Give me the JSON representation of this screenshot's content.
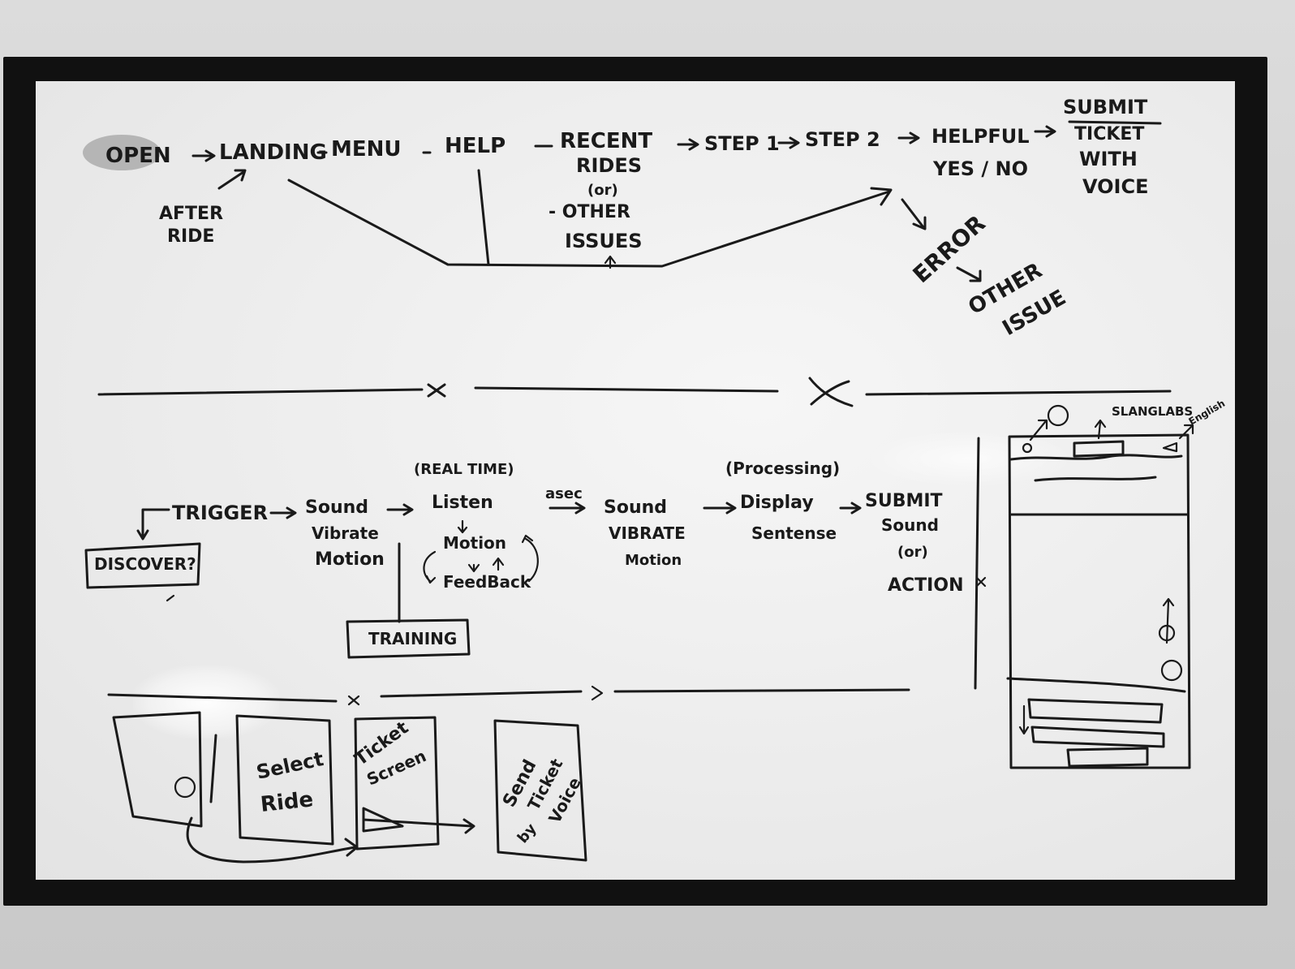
{
  "top_flow": {
    "open": "OPEN",
    "landing": "LANDING",
    "menu": "MENU",
    "help": "HELP",
    "recent_rides": [
      "RECENT",
      "RIDES"
    ],
    "or": "(or)",
    "other_issues": [
      "- OTHER",
      "ISSUES"
    ],
    "step1": "STEP 1",
    "step2": "STEP 2",
    "helpful": [
      "HELPFUL",
      "YES / NO"
    ],
    "submit_ticket": [
      "SUBMIT",
      "TICKET",
      "WITH",
      "VOICE"
    ],
    "after_ride": [
      "AFTER",
      "RIDE"
    ],
    "error": "ERROR",
    "other_issue": [
      "OTHER",
      "ISSUE"
    ]
  },
  "middle_flow": {
    "trigger": "TRIGGER",
    "discover": "DISCOVER?",
    "sound_vibrate_motion": [
      "Sound",
      "Vibrate",
      "Motion"
    ],
    "real_time": "(REAL TIME)",
    "listen": "Listen",
    "motion": "Motion",
    "feedback": "FeedBack",
    "training": "TRAINING",
    "asec": "asec",
    "sound_vibrate_motion_2": [
      "Sound",
      "VIBRATE",
      "Motion"
    ],
    "processing": "(Processing)",
    "display_sentense": [
      "Display",
      "Sentense"
    ],
    "submit_sound_action": [
      "SUBMIT",
      "Sound",
      "(or)",
      "ACTION"
    ]
  },
  "phone_sketch": {
    "slanglabs": "SLANGLABS",
    "english": "English"
  },
  "bottom_storyboard": {
    "screen2": [
      "Select",
      "Ride"
    ],
    "screen3": [
      "Ticket",
      "Screen"
    ],
    "screen4": [
      "Send",
      "Ticket",
      "Voice",
      "by"
    ]
  }
}
